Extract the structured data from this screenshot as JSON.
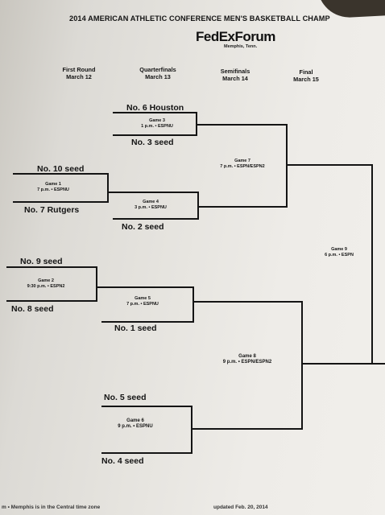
{
  "title": "2014 AMERICAN ATHLETIC CONFERENCE MEN'S BASKETBALL CHAMP",
  "venue": {
    "name": "FedExForum",
    "city": "Memphis, Tenn."
  },
  "rounds": [
    {
      "name": "First Round",
      "date": "March 12"
    },
    {
      "name": "Quarterfinals",
      "date": "March 13"
    },
    {
      "name": "Semifinals",
      "date": "March 14"
    },
    {
      "name": "Final",
      "date": "March 15"
    }
  ],
  "teams": {
    "t1": "No. 6 Houston",
    "t2": "No. 3 seed",
    "t3": "No. 10 seed",
    "t4": "No. 7 Rutgers",
    "t5": "No. 2 seed",
    "t6": "No. 9 seed",
    "t7": "No. 8 seed",
    "t8": "No. 1 seed",
    "t9": "No. 5 seed",
    "t10": "No. 4 seed"
  },
  "games": {
    "g1": {
      "name": "Game 1",
      "time": "7 p.m. • ESPNU"
    },
    "g2": {
      "name": "Game 2",
      "time": "9:30 p.m. • ESPN2"
    },
    "g3": {
      "name": "Game 3",
      "time": "1 p.m. • ESPNU"
    },
    "g4": {
      "name": "Game 4",
      "time": "3 p.m. • ESPNU"
    },
    "g5": {
      "name": "Game 5",
      "time": "7 p.m. • ESPNU"
    },
    "g6": {
      "name": "Game 6",
      "time": "9 p.m. • ESPNU"
    },
    "g7": {
      "name": "Game 7",
      "time": "7 p.m. • ESPN/ESPN2"
    },
    "g8": {
      "name": "Game 8",
      "time": "9 p.m. • ESPN/ESPN2"
    },
    "g9": {
      "name": "Game 9",
      "time": "6 p.m. • ESPN"
    }
  },
  "footer": {
    "left": "m • Memphis is in the Central time zone",
    "right": "updated Feb. 20, 2014"
  }
}
